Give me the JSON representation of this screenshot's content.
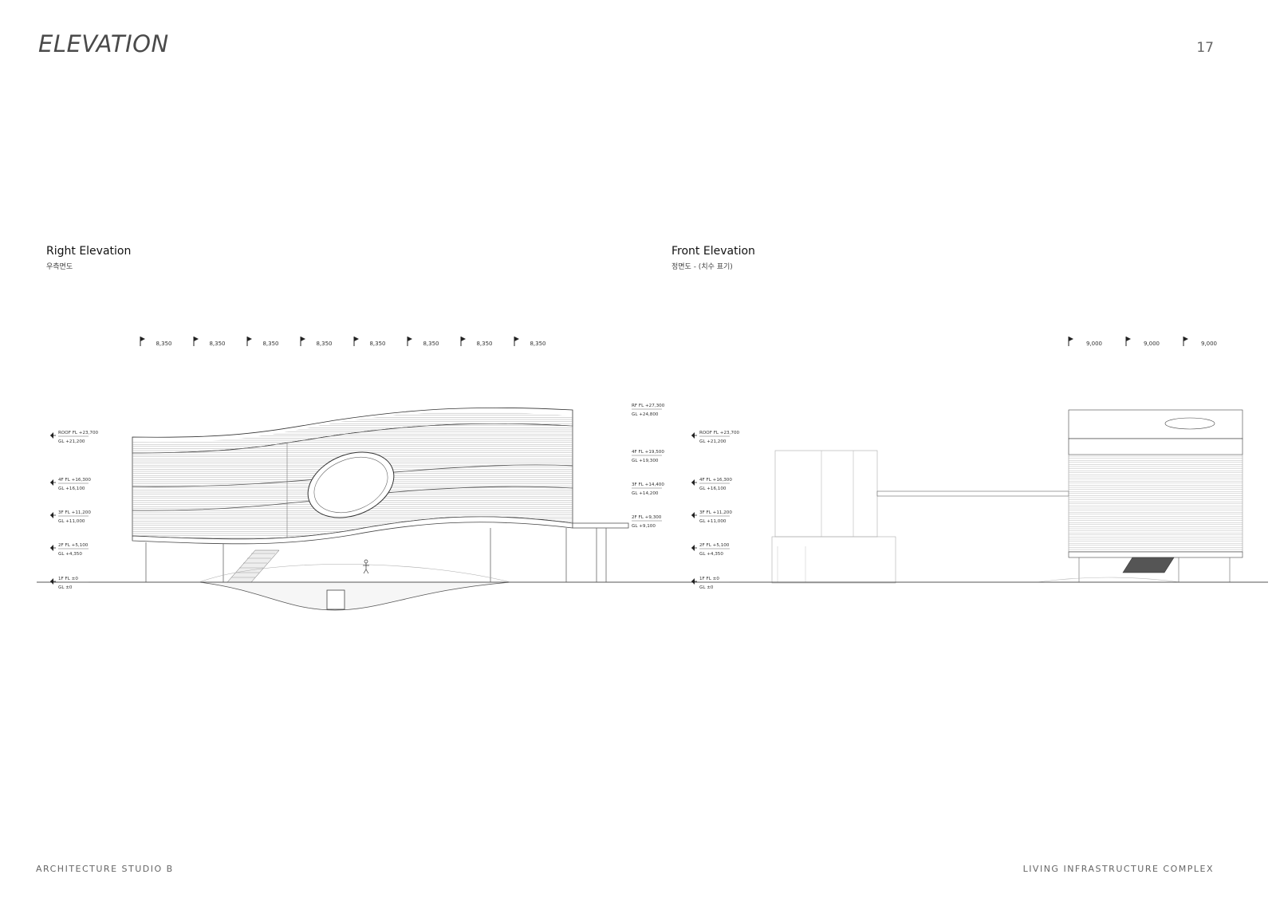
{
  "header": {
    "title": "ELEVATION",
    "page_number": "17"
  },
  "right_elevation": {
    "title": "Right Elevation",
    "subtitle": "우측면도",
    "grid_dims": [
      "8,350",
      "8,350",
      "8,350",
      "8,350",
      "8,350",
      "8,350",
      "8,350",
      "8,350"
    ],
    "levels_left": [
      {
        "fl": "ROOF FL +23,700",
        "gl": "GL +21,200"
      },
      {
        "fl": "4F FL +16,300",
        "gl": "GL +16,100"
      },
      {
        "fl": "3F FL +11,200",
        "gl": "GL +11,000"
      },
      {
        "fl": "2F FL +5,100",
        "gl": "GL +4,350"
      },
      {
        "fl": "1F FL ±0",
        "gl": "GL ±0"
      }
    ],
    "levels_right": [
      {
        "fl": "RF FL +27,300",
        "gl": "GL +24,800"
      },
      {
        "fl": "4F FL +19,500",
        "gl": "GL +19,300"
      },
      {
        "fl": "3F FL +14,400",
        "gl": "GL +14,200"
      },
      {
        "fl": "2F FL +9,300",
        "gl": "GL +9,100"
      }
    ]
  },
  "front_elevation": {
    "title": "Front Elevation",
    "subtitle": "정면도 - (치수 표기)",
    "grid_dims": [
      "9,000",
      "9,000",
      "9,000"
    ],
    "levels_left": [
      {
        "fl": "ROOF FL +23,700",
        "gl": "GL +21,200"
      },
      {
        "fl": "4F FL +16,300",
        "gl": "GL +16,100"
      },
      {
        "fl": "3F FL +11,200",
        "gl": "GL +11,000"
      },
      {
        "fl": "2F FL +5,100",
        "gl": "GL +4,350"
      },
      {
        "fl": "1F FL ±0",
        "gl": "GL ±0"
      }
    ]
  },
  "footer": {
    "left": "ARCHITECTURE STUDIO B",
    "right": "LIVING INFRASTRUCTURE COMPLEX"
  }
}
